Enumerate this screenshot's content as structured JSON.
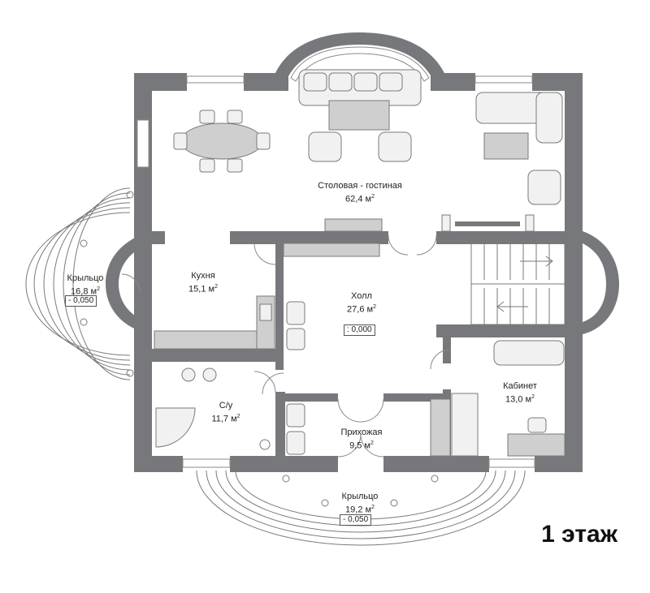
{
  "rooms": {
    "dining_living": {
      "name": "Столовая - гостиная",
      "area": "62,4 м",
      "unit_sup": "2"
    },
    "kitchen": {
      "name": "Кухня",
      "area": "15,1 м",
      "unit_sup": "2"
    },
    "hall": {
      "name": "Холл",
      "area": "27,6 м",
      "unit_sup": "2",
      "level": ": 0,000"
    },
    "porch_left": {
      "name": "Крыльцо",
      "area": "16,8 м",
      "unit_sup": "2",
      "level": "- 0,050"
    },
    "bathroom": {
      "name": "С/у",
      "area": "11,7 м",
      "unit_sup": "2"
    },
    "entrance": {
      "name": "Прихожая",
      "area": "9,5 м",
      "unit_sup": "2"
    },
    "study": {
      "name": "Кабинет",
      "area": "13,0 м",
      "unit_sup": "2"
    },
    "porch_bottom": {
      "name": "Крыльцо",
      "area": "19,2 м",
      "unit_sup": "2",
      "level": "- 0,050"
    }
  },
  "floor_title": "1 этаж",
  "colors": {
    "wall": "#77787b",
    "furniture": "#f1f1f1",
    "background": "#ffffff"
  }
}
